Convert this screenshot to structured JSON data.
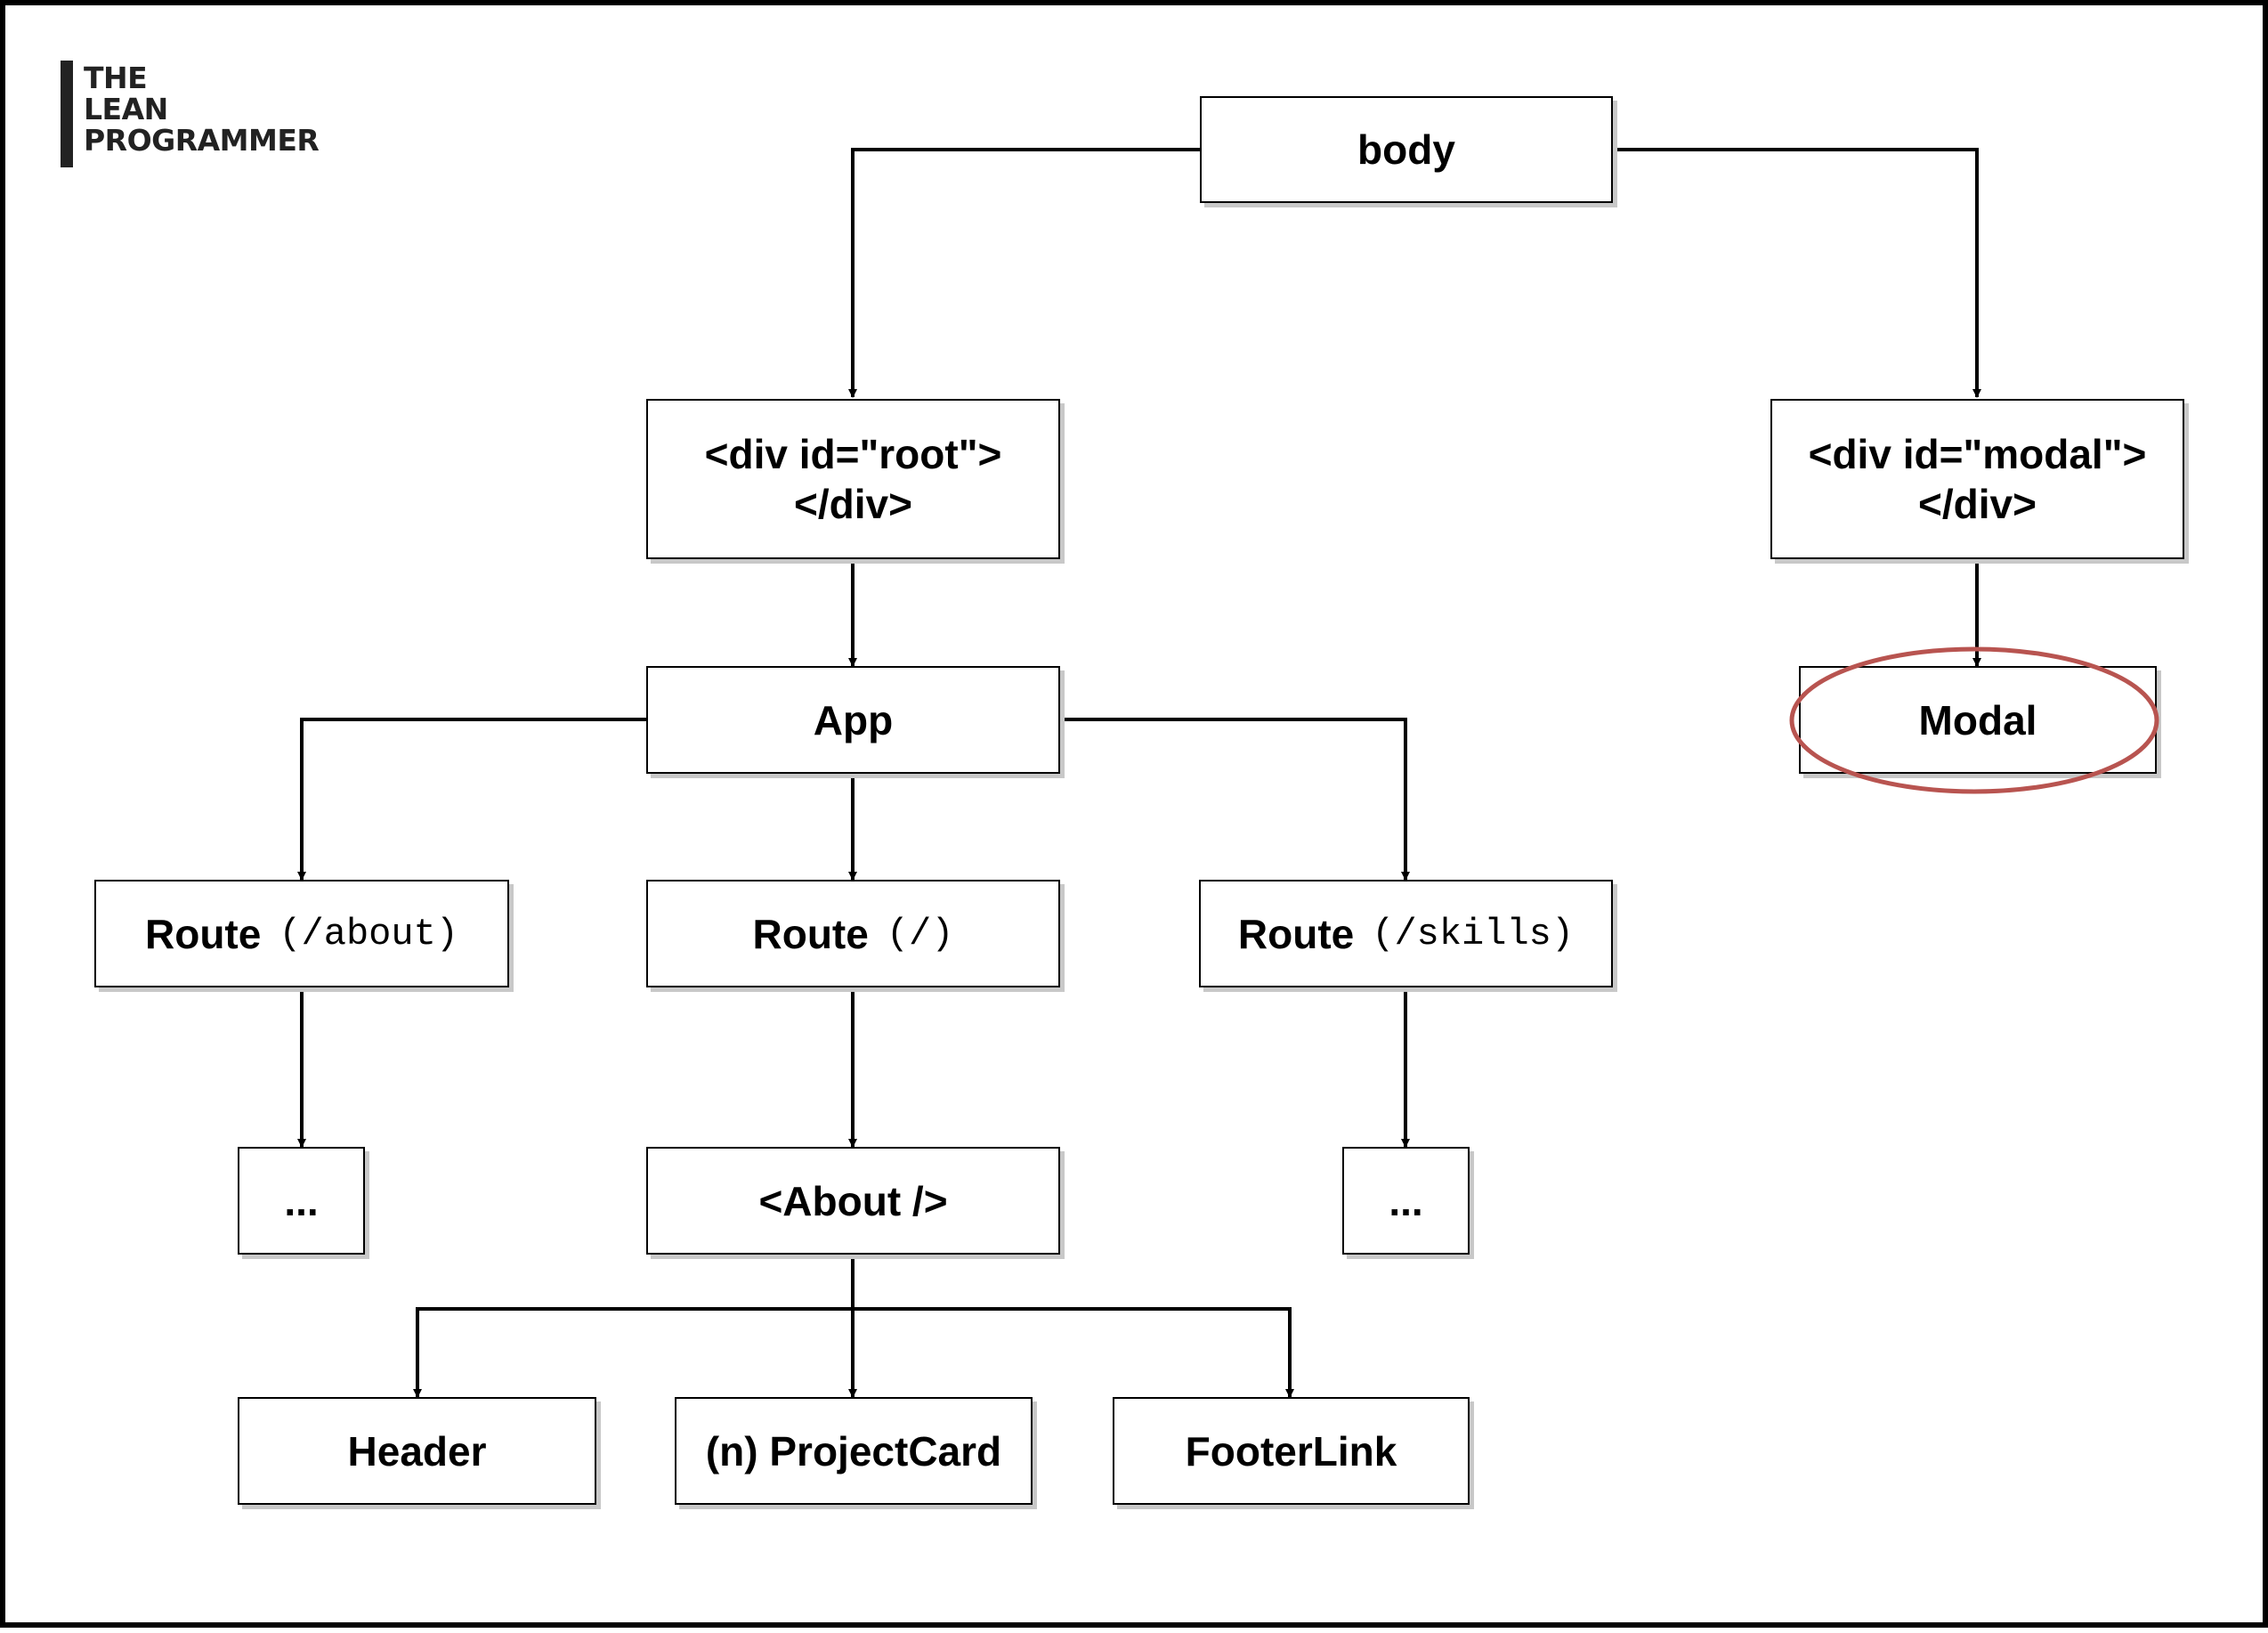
{
  "logo": {
    "lines": [
      "THE",
      "LEAN",
      "PROGRAMMER"
    ]
  },
  "nodes": {
    "body": "body",
    "root_line1": "<div id=\"root\">",
    "root_line2": "</div>",
    "modal_container_line1": "<div id=\"modal\">",
    "modal_container_line2": "</div>",
    "modal": "Modal",
    "app": "App",
    "route_about": {
      "label": "Route",
      "path": "(/about)"
    },
    "route_home": {
      "label": "Route",
      "path": "(/)"
    },
    "route_skills": {
      "label": "Route",
      "path": "(/skills)"
    },
    "ellipsis_left": "...",
    "about": "<About />",
    "ellipsis_right": "...",
    "header": "Header",
    "project_card": "(n) ProjectCard",
    "footer_link": "FooterLink"
  },
  "colors": {
    "highlight": "#b85450",
    "shadow": "#c8c8c8",
    "stroke": "#000000"
  }
}
